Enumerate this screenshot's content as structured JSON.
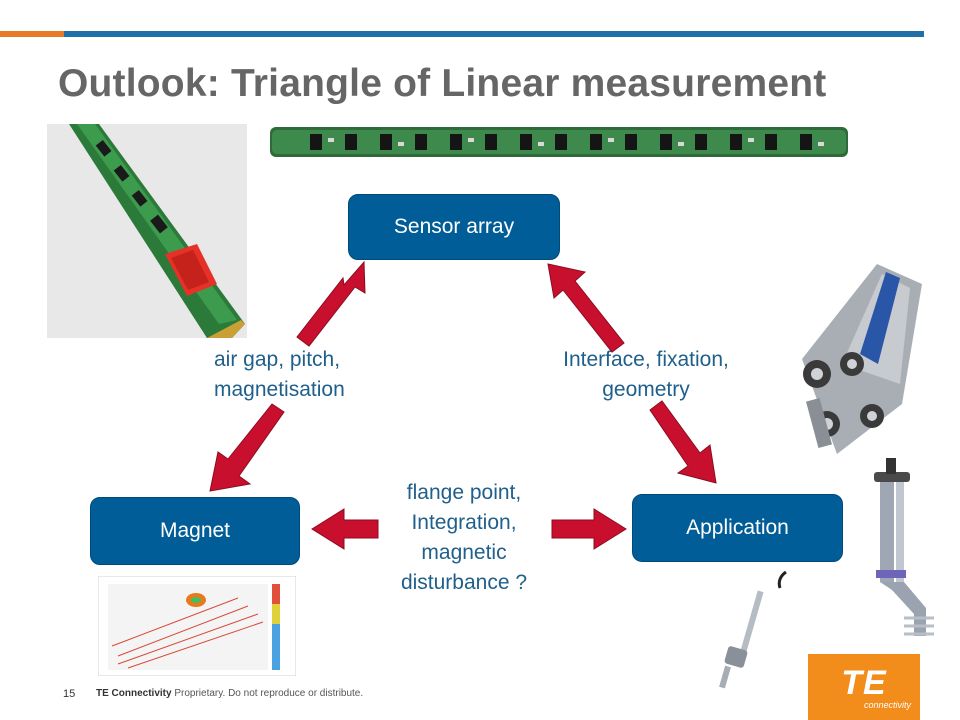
{
  "slide": {
    "title": "Outlook: Triangle of Linear measurement",
    "page_number": "15"
  },
  "nodes": {
    "sensor_array": "Sensor array",
    "magnet": "Magnet",
    "application": "Application"
  },
  "labels": {
    "left_line1": "air gap, pitch,",
    "left_line2": "magnetisation",
    "right_line1": "Interface, fixation,",
    "right_line2": "geometry",
    "bottom_line1": "flange point,",
    "bottom_line2": "Integration,",
    "bottom_line3": "magnetic",
    "bottom_line4": "disturbance ?"
  },
  "footer": {
    "brand": "TE Connectivity",
    "notice": " Proprietary. Do not reproduce or distribute."
  },
  "logo": {
    "text": "TE",
    "sub": "connectivity"
  },
  "colors": {
    "node_fill": "#005d97",
    "arrow_fill": "#c8102e",
    "title": "#666666",
    "label": "#1f5f8b",
    "accent_orange": "#f28c1b",
    "bar_blue": "#1f6fa8"
  }
}
